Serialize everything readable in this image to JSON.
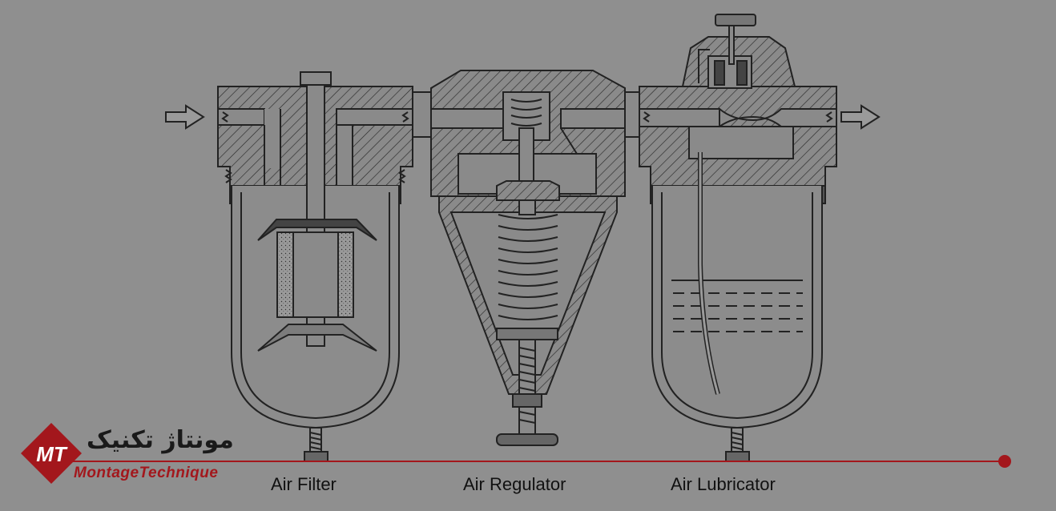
{
  "labels": {
    "filter": "Air Filter",
    "regulator": "Air Regulator",
    "lubricator": "Air Lubricator"
  },
  "logo": {
    "persian": "مونتاژ تکنیک",
    "english": "MontageTechnique",
    "monogram": "MT"
  },
  "colors": {
    "background": "#8f8f8f",
    "body": "#8a8a8a",
    "line": "#222222",
    "accent": "#a3171c"
  },
  "icons": {
    "inlet": "arrow-right-icon",
    "outlet": "arrow-right-icon"
  }
}
